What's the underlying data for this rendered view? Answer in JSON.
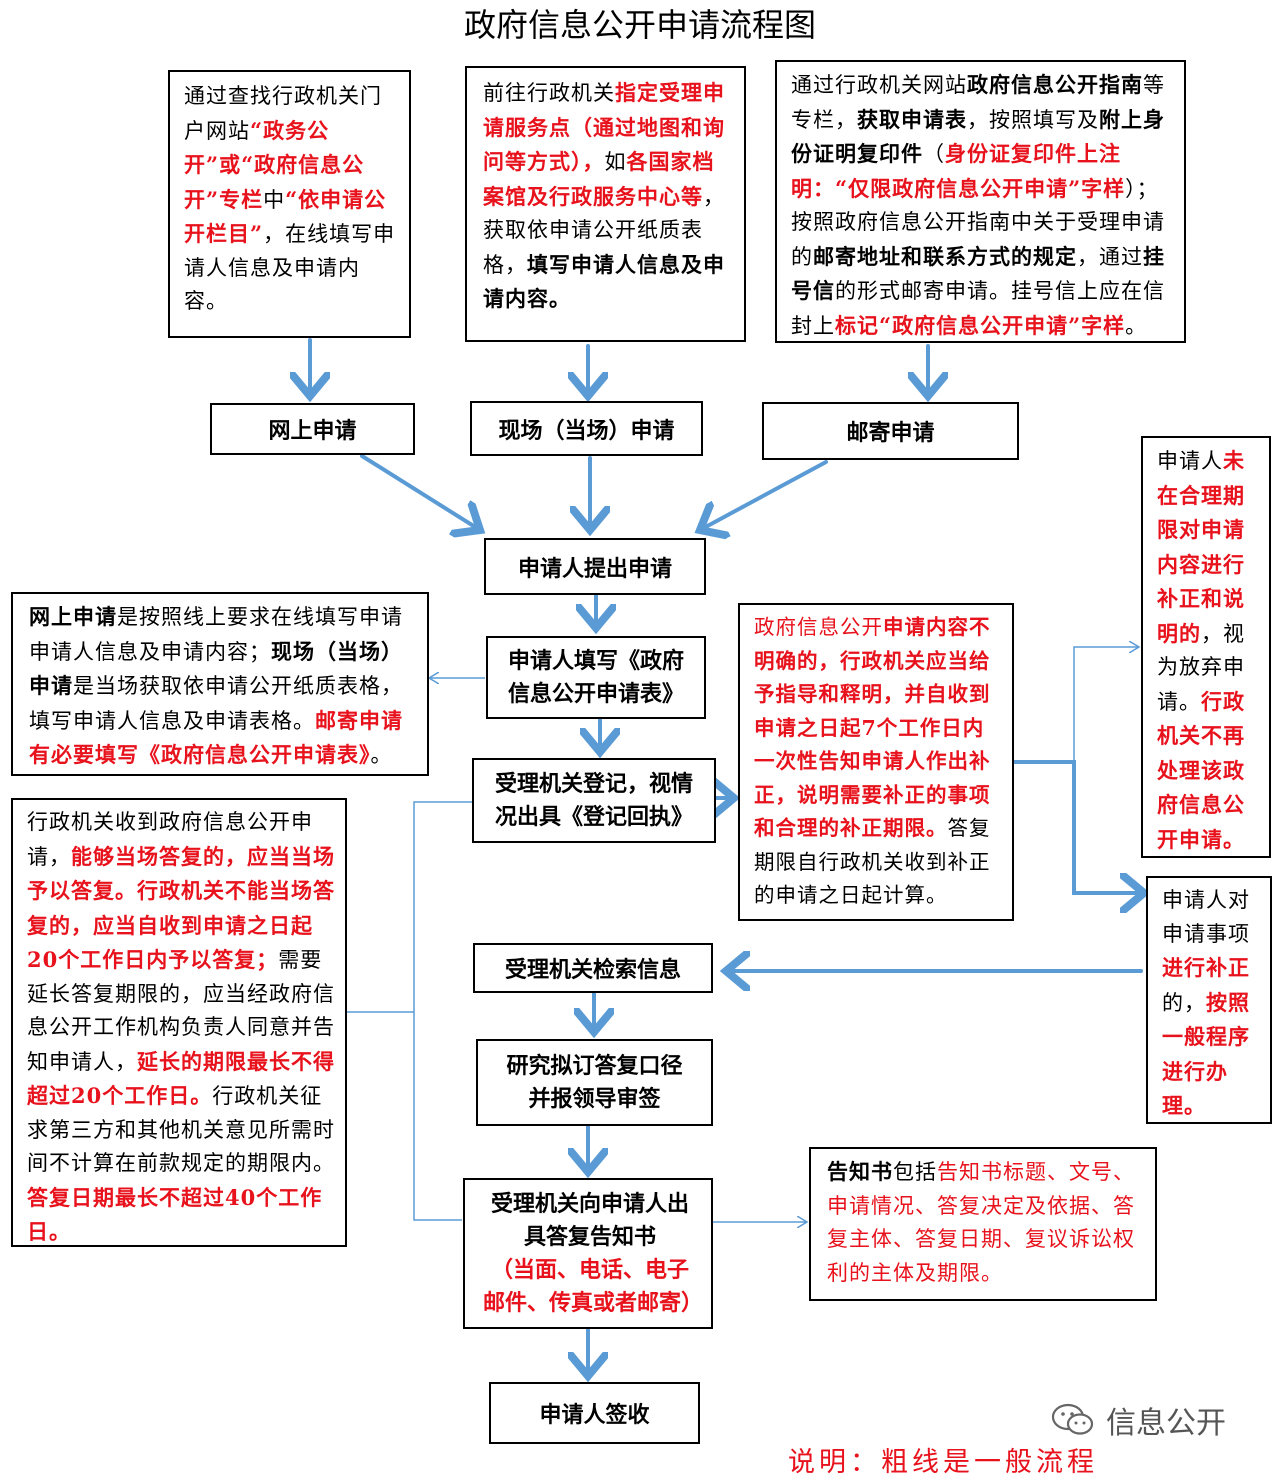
{
  "title": "政府信息公开申请流程图",
  "top_boxes": {
    "online": [
      {
        "t": "通过查找行政机关门户网站",
        "s": ""
      },
      {
        "t": "“政务公开”或“政府信息公开”专栏",
        "s": "r"
      },
      {
        "t": "中",
        "s": ""
      },
      {
        "t": "“依申请公开栏目”",
        "s": "r"
      },
      {
        "t": "，在线填写申请人信息及申请内容。",
        "s": ""
      }
    ],
    "onsite": [
      {
        "t": "前往行政机关",
        "s": ""
      },
      {
        "t": "指定受理申请服务点（通过地图和询问等方式），",
        "s": "r"
      },
      {
        "t": "如",
        "s": ""
      },
      {
        "t": "各国家档案馆及行政服务中心等",
        "s": "r"
      },
      {
        "t": "，获取依申请公开纸质表格，",
        "s": ""
      },
      {
        "t": "填写申请人信息及申请内容。",
        "s": "b"
      }
    ],
    "mail": [
      {
        "t": "通过行政机关网站",
        "s": ""
      },
      {
        "t": "政府信息公开指南",
        "s": "b"
      },
      {
        "t": "等专栏，",
        "s": ""
      },
      {
        "t": "获取申请表",
        "s": "b"
      },
      {
        "t": "，按照填写及",
        "s": ""
      },
      {
        "t": "附上身份证明复印件",
        "s": "b"
      },
      {
        "t": "（",
        "s": ""
      },
      {
        "t": "身份证复印件上注明：“仅限政府信息公开申请”字样",
        "s": "r"
      },
      {
        "t": "）；按照政府信息公开指南中关于受理申请的",
        "s": ""
      },
      {
        "t": "邮寄地址和联系方式的规定",
        "s": "b"
      },
      {
        "t": "，通过",
        "s": ""
      },
      {
        "t": "挂号信",
        "s": "b"
      },
      {
        "t": "的形式邮寄申请。挂号信上应在信封上",
        "s": ""
      },
      {
        "t": "标记“政府信息公开申请”字样",
        "s": "r"
      },
      {
        "t": "。",
        "s": ""
      }
    ]
  },
  "channels": {
    "online": "网上申请",
    "onsite": "现场（当场）申请",
    "mail": "邮寄申请"
  },
  "flow": {
    "submit": "申请人提出申请",
    "fill": "申请人填写《政府信息公开申请表》",
    "register": "受理机关登记，视情况出具《登记回执》",
    "search": "受理机关检索信息",
    "research": "研究拟订答复口径并报领导审签",
    "issue_line1": "受理机关向申请人出具答复告知书",
    "issue_line2": "（当面、电话、电子邮件、传真或者邮寄）",
    "sign": "申请人签收"
  },
  "side": {
    "fill_note": [
      {
        "t": "网上申请",
        "s": "b"
      },
      {
        "t": "是按照线上要求在线填写申请申请人信息及申请内容；",
        "s": ""
      },
      {
        "t": "现场（当场）申请",
        "s": "b"
      },
      {
        "t": "是当场获取依申请公开纸质表格，填写申请人信息及申请表格。",
        "s": ""
      },
      {
        "t": "邮寄申请有必要填写《政府信息公开申请表》",
        "s": "r"
      },
      {
        "t": "。",
        "s": ""
      }
    ],
    "deadline_note": [
      {
        "t": "行政机关收到政府信息公开申请，",
        "s": ""
      },
      {
        "t": "能够当场答复的，应当当场予以答复。行政机关不能当场答复的，应当自收到申请之日起20个工作日内予以答复；",
        "s": "r"
      },
      {
        "t": "需要延长答复期限的，应当经政府信息公开工作机构负责人同意并告知申请人，",
        "s": ""
      },
      {
        "t": "延长的期限最长不得超过20个工作日。",
        "s": "r"
      },
      {
        "t": "行政机关征求第三方和其他机关意见所需时间不计算在前款规定的期限内。",
        "s": ""
      },
      {
        "t": "答复日期最长不超过40个工作日。",
        "s": "r"
      }
    ],
    "unclear_note": [
      {
        "t": "政府信息公开",
        "s": "rn"
      },
      {
        "t": "申请内容不明确的，行政机关应当给予指导和释明，并自收到申请之日起7个工作日内一次性告知申请人作出补正，说明需要补正的事项和合理的补正期限。",
        "s": "r"
      },
      {
        "t": "答复期限自行政机关收到补正的申请之日起计算。",
        "s": ""
      }
    ],
    "abandon_note": [
      {
        "t": "申请人",
        "s": ""
      },
      {
        "t": "未在合理期限对申请内容进行补正和说明的",
        "s": "r"
      },
      {
        "t": "，视为放弃申请。",
        "s": ""
      },
      {
        "t": "行政机关不再处理该政府信息公开申请。",
        "s": "r"
      }
    ],
    "corrected_note": [
      {
        "t": "申请人对申请事项",
        "s": ""
      },
      {
        "t": "进行补正",
        "s": "r"
      },
      {
        "t": "的，",
        "s": ""
      },
      {
        "t": "按照一般程序进行办理。",
        "s": "r"
      }
    ],
    "notice_note": [
      {
        "t": "告知书",
        "s": "b"
      },
      {
        "t": "包括",
        "s": ""
      },
      {
        "t": "告知书标题、文号、申请情况、答复决定及依据、答复主体、答复日期、复议诉讼权利的主体及期限。",
        "s": "rn"
      }
    ]
  },
  "footer_note": "说明：粗线是一般流程",
  "watermark": "信息公开",
  "colors": {
    "arrow": "#5b9bd5",
    "red": "#e8121c"
  }
}
